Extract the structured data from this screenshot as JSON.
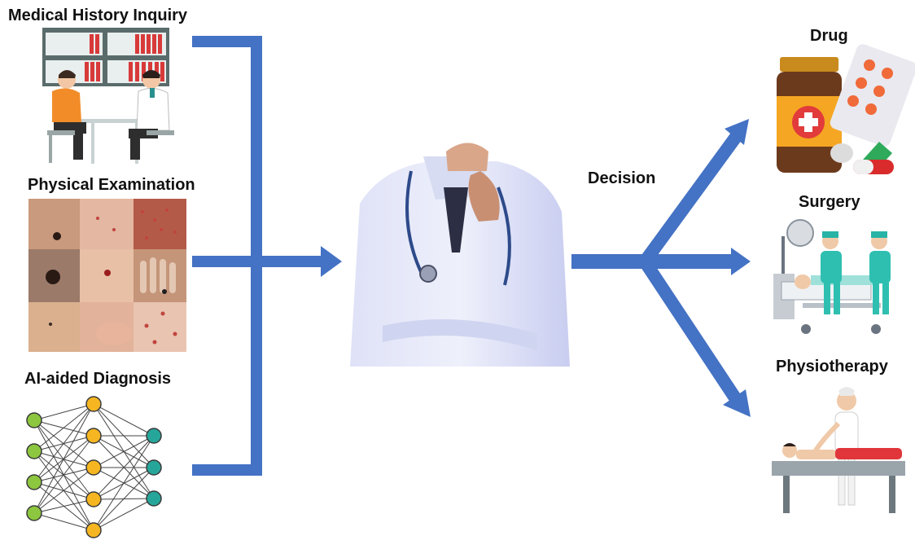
{
  "inputs": {
    "history": "Medical History Inquiry",
    "exam": "Physical Examination",
    "ai": "AI-aided Diagnosis"
  },
  "decision_label": "Decision",
  "outcomes": {
    "drug": "Drug",
    "surgery": "Surgery",
    "physio": "Physiotherapy"
  },
  "colors": {
    "arrow": "#4472c4",
    "nn_input": "#8dc63f",
    "nn_hidden": "#f5b621",
    "nn_output": "#26a69a"
  }
}
